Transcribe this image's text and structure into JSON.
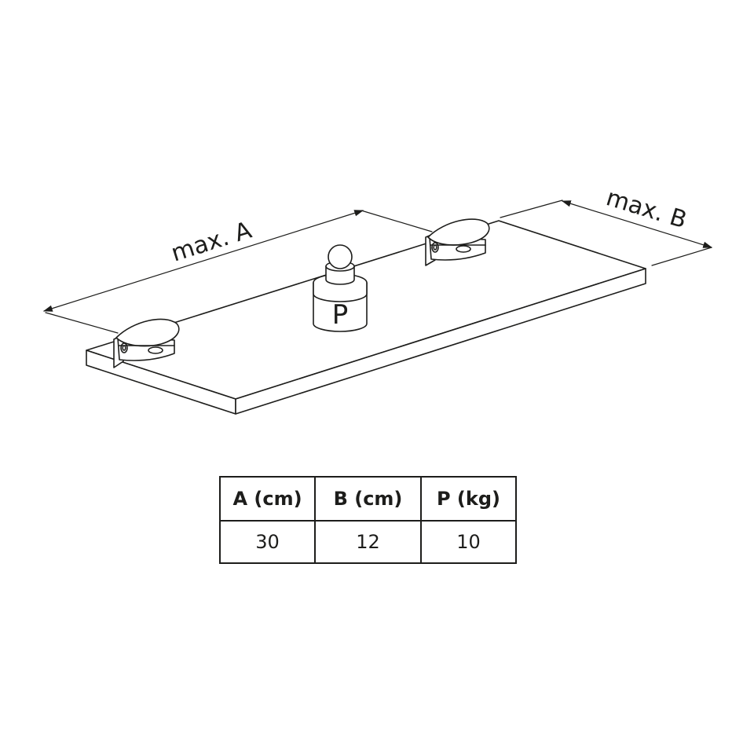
{
  "diagram": {
    "dimension_a_label": "max. A",
    "dimension_b_label": "max. B",
    "weight_label": "P"
  },
  "table": {
    "headers": [
      "A (cm)",
      "B (cm)",
      "P (kg)"
    ],
    "values": [
      "30",
      "12",
      "10"
    ]
  }
}
